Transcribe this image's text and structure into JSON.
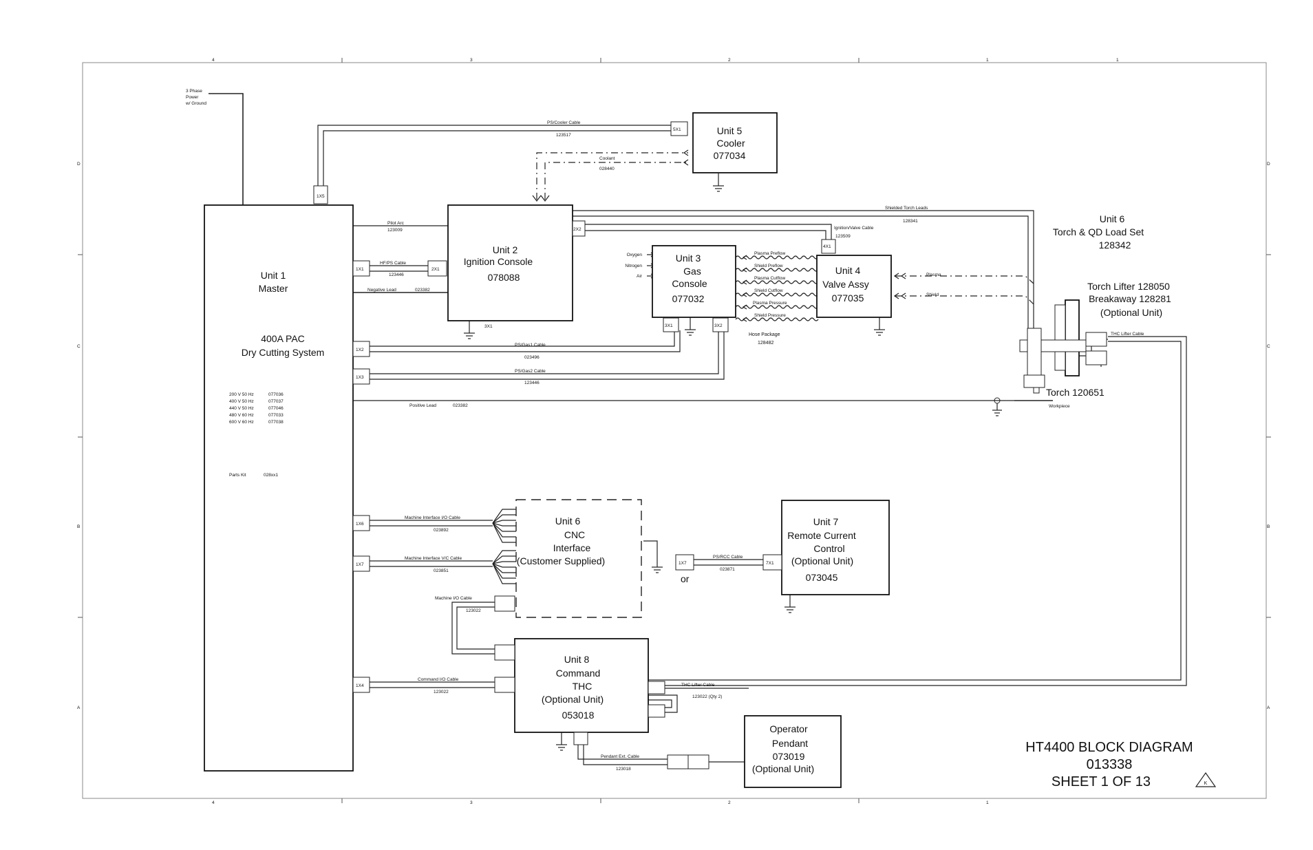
{
  "frame": {
    "top_zones": [
      "4",
      "3",
      "2",
      "1",
      "1"
    ],
    "bottom_zones": [
      "4",
      "3",
      "2",
      "1"
    ],
    "left_rows": [
      "D",
      "C",
      "B",
      "A"
    ],
    "right_rows": [
      "D",
      "C",
      "B",
      "A"
    ]
  },
  "power_input": {
    "line1": "3 Phase",
    "line2": "Power",
    "line3": "w/ Ground"
  },
  "unit1": {
    "line1": "Unit 1",
    "line2": "Master",
    "line3": "400A PAC",
    "line4": "Dry Cutting System",
    "voltages": [
      {
        "v": "200 V 50 Hz",
        "pn": "077036"
      },
      {
        "v": "400 V 50 Hz",
        "pn": "077037"
      },
      {
        "v": "440 V 50 Hz",
        "pn": "077046"
      },
      {
        "v": "480 V 60 Hz",
        "pn": "077033"
      },
      {
        "v": "600 V 60 Hz",
        "pn": "077038"
      }
    ],
    "parts_kit_label": "Parts Kit",
    "parts_kit_pn": "028xx1"
  },
  "unit2": {
    "line1": "Unit 2",
    "line2": "Ignition Console",
    "line3": "078088"
  },
  "unit3": {
    "line1": "Unit 3",
    "line2": "Gas",
    "line3": "Console",
    "line4": "077032"
  },
  "unit4": {
    "line1": "Unit 4",
    "line2": "Valve Assy",
    "line3": "077035"
  },
  "unit5": {
    "line1": "Unit 5",
    "line2": "Cooler",
    "line3": "077034"
  },
  "unit6_torch": {
    "line1": "Unit 6",
    "line2": "Torch & QD Load Set",
    "line3": "128342"
  },
  "torch_lifter": {
    "line1": "Torch Lifter 128050",
    "line2": "Breakaway 128281",
    "line3": "(Optional Unit)"
  },
  "torch": {
    "label": "Torch 120651",
    "workpiece": "Workpiece"
  },
  "unit6_cnc": {
    "line1": "Unit 6",
    "line2": "CNC",
    "line3": "Interface",
    "line4": "(Customer Supplied)"
  },
  "unit7": {
    "line1": "Unit 7",
    "line2": "Remote Current",
    "line3": "Control",
    "line4": "(Optional Unit)",
    "line5": "073045"
  },
  "unit8": {
    "line1": "Unit 8",
    "line2": "Command",
    "line3": "THC",
    "line4": "(Optional Unit)",
    "line5": "053018"
  },
  "pendant": {
    "line1": "Operator",
    "line2": "Pendant",
    "line3": "073019",
    "line4": "(Optional Unit)"
  },
  "connectors": {
    "c1x5": "1X5",
    "c1x1": "1X1",
    "c2x1": "2X1",
    "c2x2": "2X2",
    "c3x1_ign": "3X1",
    "c1x2": "1X2",
    "c1x3": "1X3",
    "c3x1": "3X1",
    "c3x2": "3X2",
    "c4x1": "4X1",
    "c5x1": "5X1",
    "c1x6": "1X6",
    "c1x7": "1X7",
    "c1x4": "1X4",
    "c1x7b": "1X7",
    "c7x1": "7X1",
    "or": "or"
  },
  "cables": {
    "ps_cooler": "PS/Cooler Cable",
    "ps_cooler_pn": "123517",
    "coolant": "Coolant",
    "coolant_pn": "028440",
    "pilot_arc": "Pilot Arc",
    "pilot_arc_pn": "123009",
    "hf_ps": "HF/PS Cable",
    "hf_ps_pn": "123446",
    "negative": "Negative Lead",
    "negative_pn": "023382",
    "shielded": "Shielded Torch Leads",
    "shielded_pn": "128341",
    "ign_valve": "Ignition/Valve Cable",
    "ign_valve_pn": "123509",
    "ps_gas1": "PS/Gas1 Cable",
    "ps_gas1_pn": "023496",
    "ps_gas2": "PS/Gas2 Cable",
    "ps_gas2_pn": "123446",
    "positive": "Positive Lead",
    "positive_pn": "023382",
    "hose_pkg": "Hose Package",
    "hose_pkg_pn": "128482",
    "thc_lifter": "THC Lifter Cable",
    "mi_io": "Machine Interface I/O Cable",
    "mi_io_pn": "023892",
    "mi_vc": "Machine Interface V/C Cable",
    "mi_vc_pn": "023851",
    "machine_io": "Machine I/O Cable",
    "machine_io_pn": "123022",
    "command_io": "Command I/O Cable",
    "command_io_pn": "123022",
    "ps_rcc": "PS/RCC Cable",
    "ps_rcc_pn": "023871",
    "thc_lifter2": "THC Lifter Cable",
    "thc_lifter2_pn": "123022 (Qty 2)",
    "pendant_ext": "Pendant Ext. Cable",
    "pendant_ext_pn": "123018"
  },
  "gases": {
    "oxygen": "Oxygen",
    "nitrogen": "Nitrogen",
    "air": "Air"
  },
  "hoses": {
    "plasma_preflow": "Plasma Preflow",
    "shield_preflow": "Shield Preflow",
    "plasma_cutflow": "Plasma Cutflow",
    "shield_cutflow": "Shield Cutflow",
    "plasma_pressure": "Plasma Pressure",
    "shield_pressure": "Shield Pressure"
  },
  "torch_hoses": {
    "plasma": "Plasma",
    "shield": "Shield"
  },
  "title_block": {
    "title": "HT4400 BLOCK DIAGRAM",
    "number": "013338",
    "sheet": "SHEET 1 OF 13",
    "revision": "K"
  }
}
